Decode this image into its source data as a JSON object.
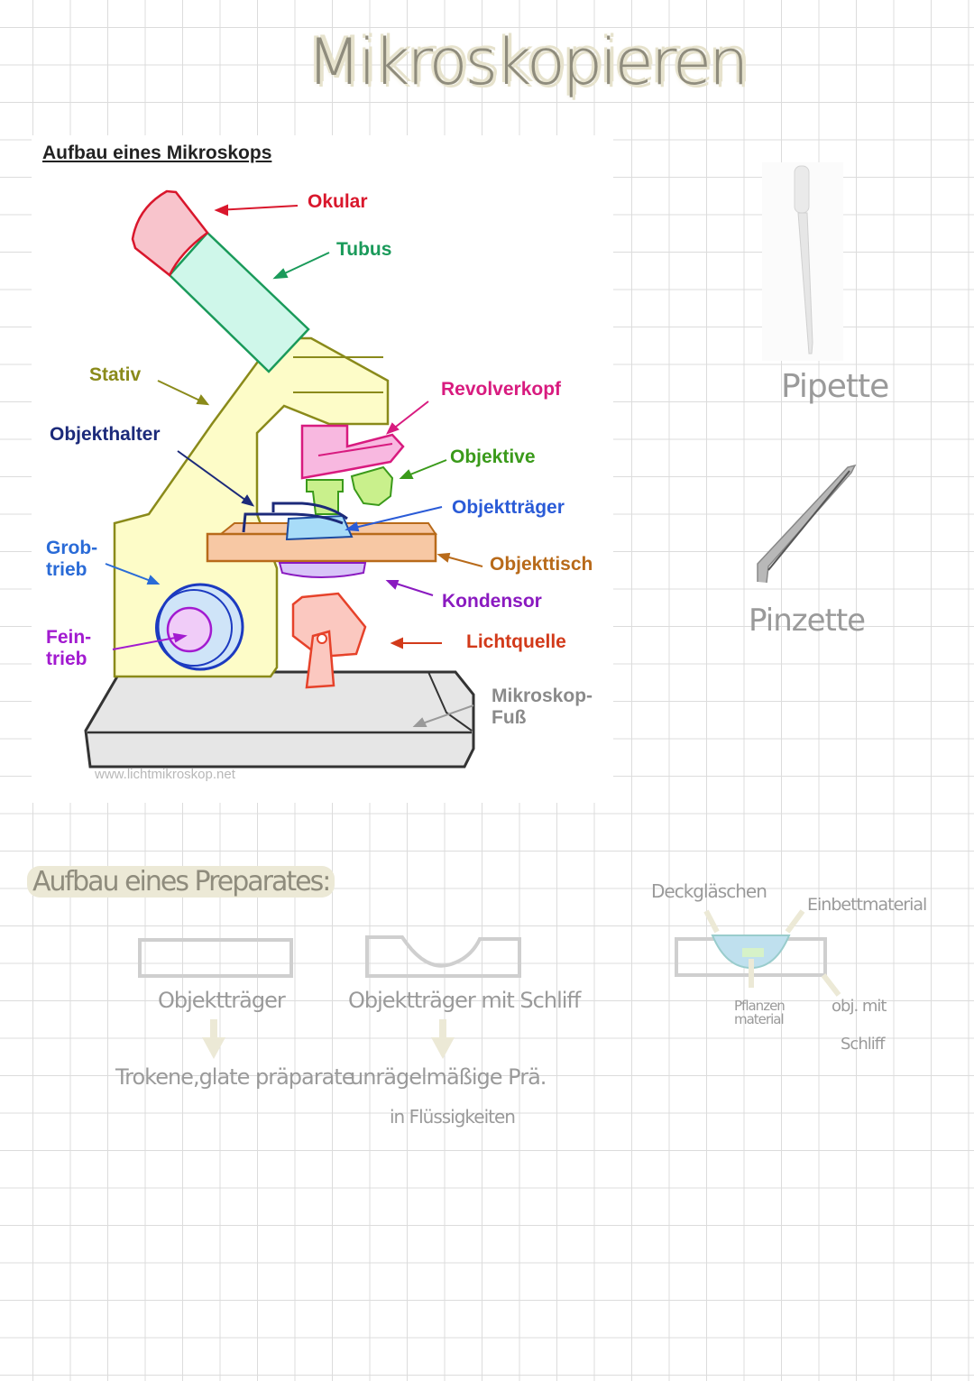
{
  "page": {
    "title": "Mikroskopieren"
  },
  "microscope_diagram": {
    "heading": "Aufbau eines Mikroskops",
    "watermark": "www.lichtmikroskop.net",
    "labels": {
      "okular": "Okular",
      "tubus": "Tubus",
      "stativ": "Stativ",
      "revolverkopf": "Revolverkopf",
      "objekthalter": "Objekthalter",
      "objektive": "Objektive",
      "objekttraeger": "Objektträger",
      "grobtrieb_1": "Grob-",
      "grobtrieb_2": "trieb",
      "objekttisch": "Objekttisch",
      "kondensor": "Kondensor",
      "feintrieb_1": "Fein-",
      "feintrieb_2": "trieb",
      "lichtquelle": "Lichtquelle",
      "fuss_1": "Mikroskop-",
      "fuss_2": "Fuß"
    },
    "colors": {
      "okular": "#d9172c",
      "tubus": "#1a9a5a",
      "stativ": "#8a8a1a",
      "revolverkopf": "#d81b7f",
      "objekthalter": "#1c2a7a",
      "objektive": "#3a9a1a",
      "objekttraeger": "#2a5bd7",
      "grobtrieb": "#2a6bd7",
      "objekttisch": "#b86a1a",
      "kondensor": "#8a1ac0",
      "feintrieb": "#a21ad0",
      "lichtquelle": "#d23a1a",
      "fuss": "#8a8a8a"
    }
  },
  "tools": {
    "pipette": "Pipette",
    "pinzette": "Pinzette"
  },
  "preparation": {
    "heading": "Aufbau eines Preparates:",
    "slide_plain": {
      "label": "Objektträger",
      "use": "Trokene,glate präparate"
    },
    "slide_ground": {
      "label": "Objektträger mit Schliff",
      "use_line1": "unrägelmäßige Prä.",
      "use_line2": "in Flüssigkeiten"
    },
    "cross_section": {
      "deckglas": "Deckgläschen",
      "einbettmaterial": "Einbettmaterial",
      "pflanzenmaterial_1": "Pflanzen",
      "pflanzenmaterial_2": "material",
      "obj_1": "obj. mit",
      "obj_2": "Schliff"
    }
  }
}
